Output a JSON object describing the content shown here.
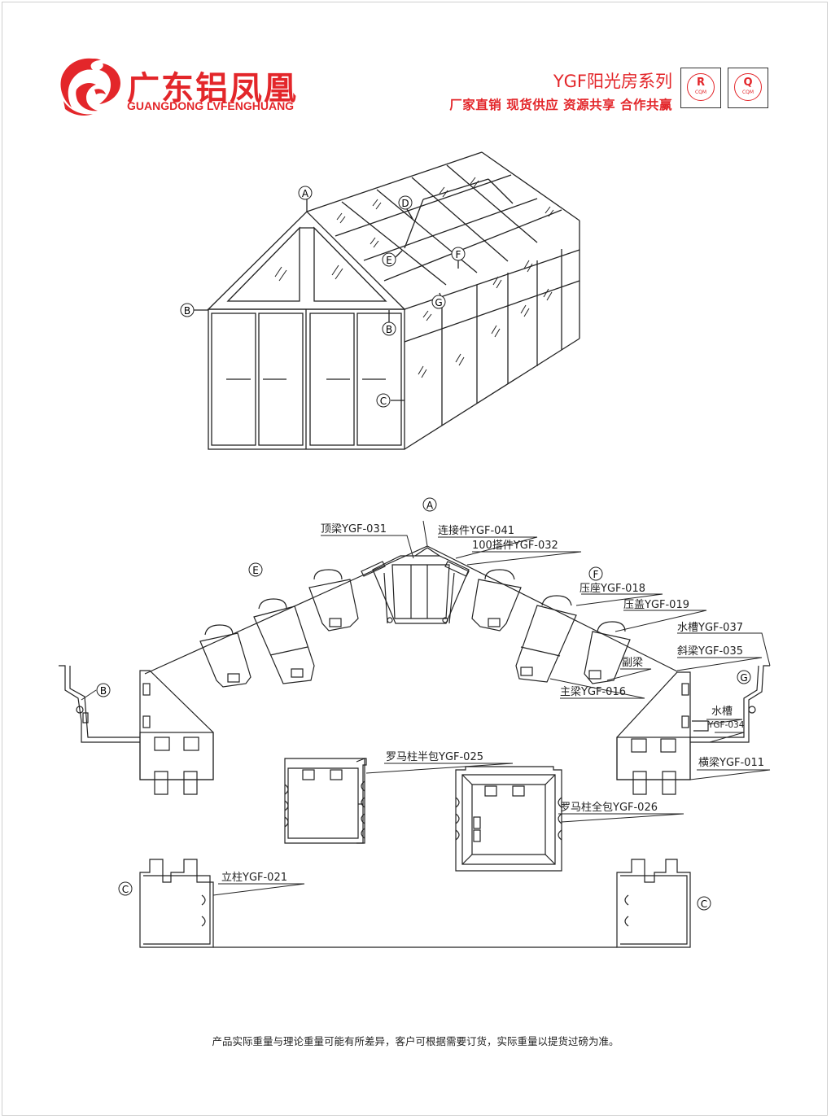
{
  "brand": {
    "name_cn": "广东铝凤凰",
    "name_en": "GUANGDONG LVFENGHUANG",
    "color": "#e3262a"
  },
  "header": {
    "series_title": "YGF阳光房系列",
    "slogan": "厂家直销  现货供应  资源共享  合作共赢"
  },
  "certifications": [
    {
      "letter": "R",
      "sub": "CQM"
    },
    {
      "letter": "Q",
      "sub": "CQM"
    }
  ],
  "perspective_markers": {
    "A": "A",
    "B1": "B",
    "B2": "B",
    "C": "C",
    "D": "D",
    "E": "E",
    "F": "F",
    "G": "G"
  },
  "section_markers": {
    "A": "A",
    "B": "B",
    "C1": "C",
    "C2": "C",
    "E": "E",
    "F": "F",
    "G": "G"
  },
  "part_labels": {
    "top_beam": "顶梁YGF-031",
    "connector": "连接件YGF-041",
    "bracket_100": "100搭件YGF-032",
    "press_seat": "压座YGF-018",
    "press_cover": "压盖YGF-019",
    "gutter_037": "水槽YGF-037",
    "inclined_beam": "斜梁YGF-035",
    "secondary_beam": "副梁",
    "main_beam": "主梁YGF-016",
    "gutter_034_title": "水槽",
    "gutter_034_code": "YGF-034",
    "cross_beam": "横梁YGF-011",
    "roman_half": "罗马柱半包YGF-025",
    "roman_full": "罗马柱全包YGF-026",
    "column": "立柱YGF-021"
  },
  "footer_note": "产品实际重量与理论重量可能有所差异，客户可根据需要订货，实际重量以提货过磅为准。"
}
